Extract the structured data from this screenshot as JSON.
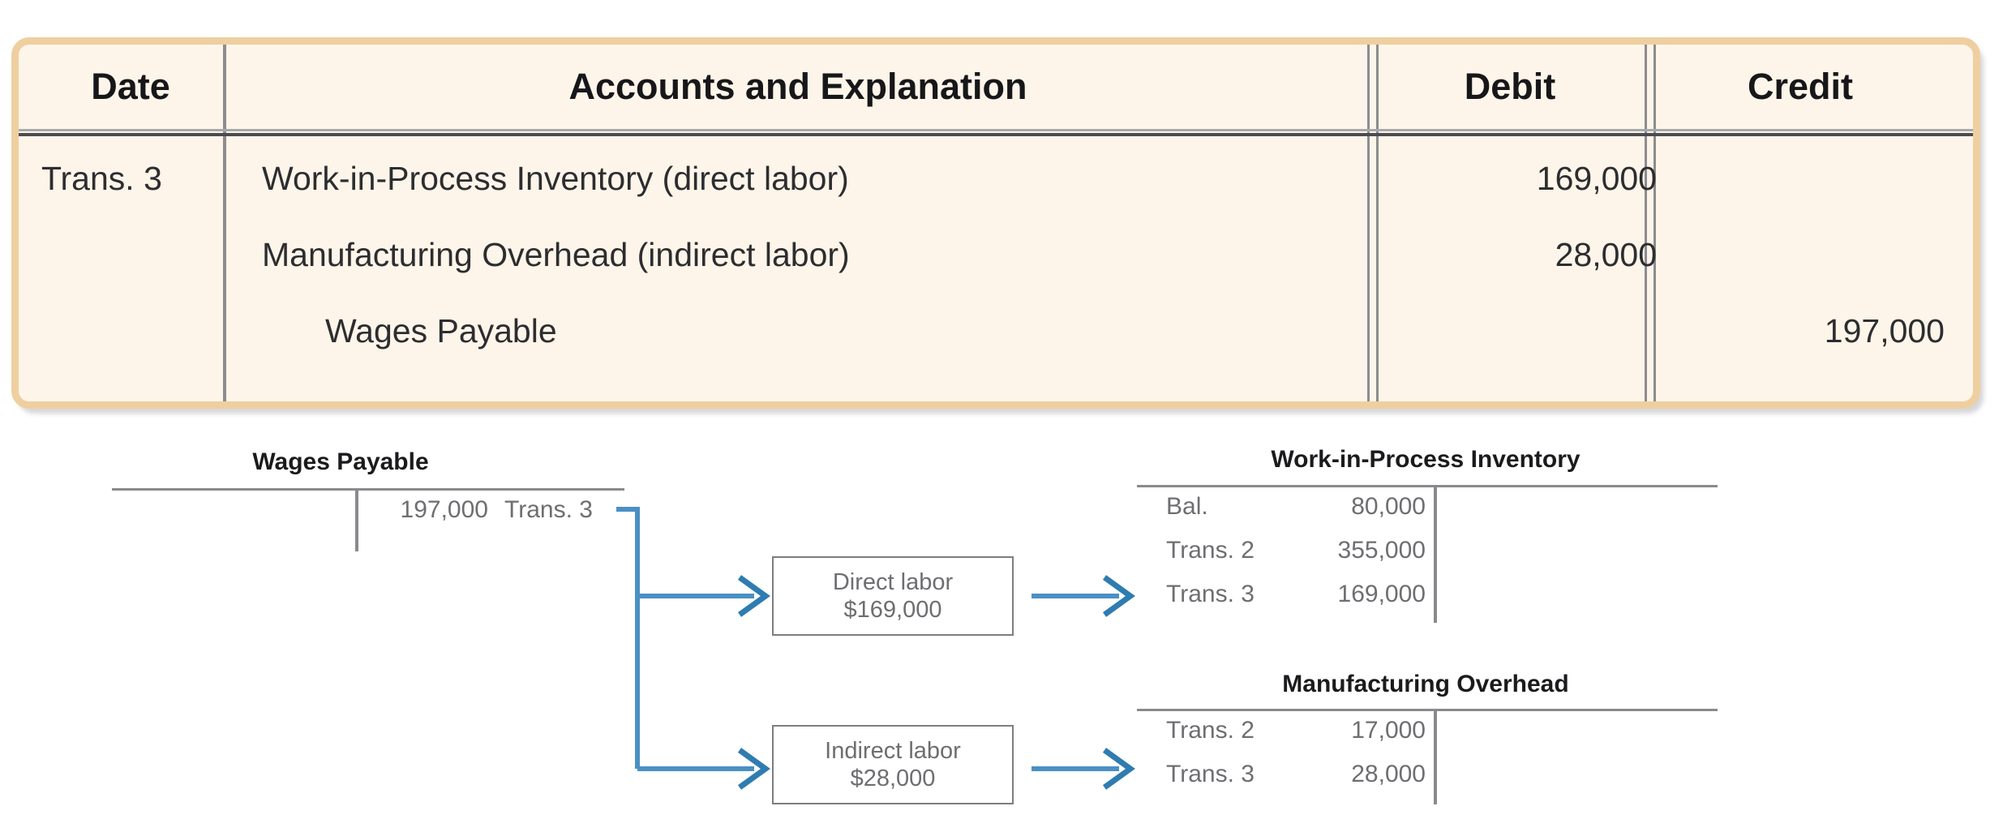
{
  "journal": {
    "columns": [
      "Date",
      "Accounts and Explanation",
      "Debit",
      "Credit"
    ],
    "rows": [
      {
        "date": "Trans. 3",
        "account": "Work-in-Process Inventory (direct labor)",
        "debit": "169,000",
        "credit": "",
        "indent": false
      },
      {
        "date": "",
        "account": "Manufacturing Overhead (indirect labor)",
        "debit": "28,000",
        "credit": "",
        "indent": false
      },
      {
        "date": "",
        "account": "Wages Payable",
        "debit": "",
        "credit": "197,000",
        "indent": true
      }
    ]
  },
  "diagram": {
    "accounts": [
      {
        "title": "Wages Payable",
        "debit_entries": [],
        "credit_entries": [
          {
            "label": "Trans. 3",
            "amount": "197,000"
          }
        ]
      },
      {
        "title": "Work-in-Process Inventory",
        "debit_entries": [
          {
            "label": "Bal.",
            "amount": "80,000"
          },
          {
            "label": "Trans. 2",
            "amount": "355,000"
          },
          {
            "label": "Trans. 3",
            "amount": "169,000"
          }
        ],
        "credit_entries": []
      },
      {
        "title": "Manufacturing Overhead",
        "debit_entries": [
          {
            "label": "Trans. 2",
            "amount": "17,000"
          },
          {
            "label": "Trans. 3",
            "amount": "28,000"
          }
        ],
        "credit_entries": []
      }
    ],
    "boxes": [
      {
        "line1": "Direct labor",
        "line2": "$169,000"
      },
      {
        "line1": "Indirect labor",
        "line2": "$28,000"
      }
    ]
  },
  "colors": {
    "card_border": "#efcfa0",
    "card_fill": "#fdf5e9",
    "rule": "#8a8a8e",
    "arrow": "#4a90c4",
    "text": "#2d2d30",
    "muted_text": "#6e6e72"
  }
}
